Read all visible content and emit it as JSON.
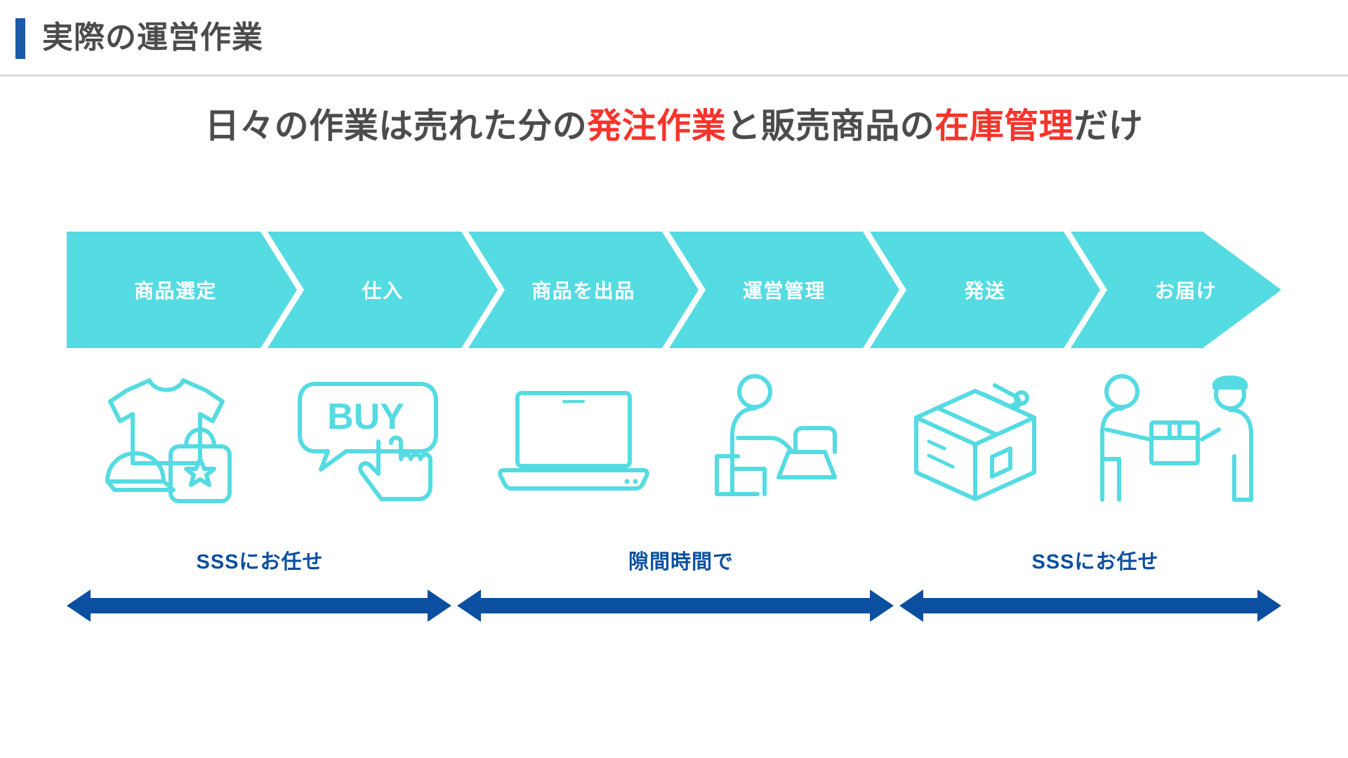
{
  "header": {
    "title": "実際の運営作業",
    "accent_color": "#1a5aa8",
    "title_color": "#4c4c4c"
  },
  "lead": {
    "part1": "日々の作業は売れた分の",
    "highlight1": "発注作業",
    "part2": "と販売商品の",
    "highlight2": "在庫管理",
    "part3": "だけ",
    "highlight_color": "#f5342c",
    "text_color": "#4c4c4c"
  },
  "process": {
    "band_color": "#55dbe2",
    "label_color": "#ffffff",
    "steps": [
      {
        "label": "商品選定",
        "icon": "tshirt-cap-bag-icon"
      },
      {
        "label": "仕入",
        "icon": "buy-button-hand-icon"
      },
      {
        "label": "商品を出品",
        "icon": "laptop-icon"
      },
      {
        "label": "運営管理",
        "icon": "person-at-desk-icon"
      },
      {
        "label": "発送",
        "icon": "package-box-tape-icon"
      },
      {
        "label": "お届け",
        "icon": "delivery-handoff-icon"
      }
    ]
  },
  "segments": {
    "caption_color": "#0b4fa0",
    "arrow_color": "#0b4fa0",
    "items": [
      {
        "caption": "SSSにお任せ"
      },
      {
        "caption": "隙間時間で"
      },
      {
        "caption": "SSSにお任せ"
      }
    ]
  }
}
